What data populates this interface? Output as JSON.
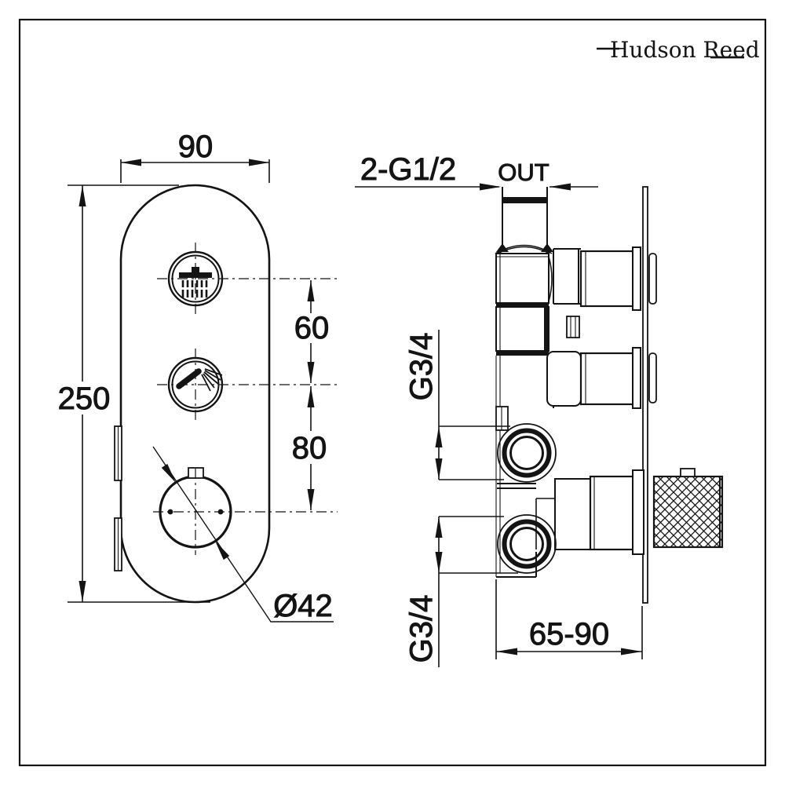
{
  "brand": {
    "name": "Hudson Reed"
  },
  "front_view": {
    "dim_width": "90",
    "dim_height": "250",
    "dim_top_spacing": "60",
    "dim_bottom_spacing": "80",
    "dim_dial_diameter": "Ø42",
    "icons": {
      "top_button_icon": "overhead-shower-icon",
      "middle_button_icon": "handset-shower-icon"
    }
  },
  "side_view": {
    "dim_outlets": "2-G1/2",
    "label_outlet": "OUT",
    "dim_inlet_upper": "G3/4",
    "dim_inlet_lower": "G3/4",
    "dim_depth": "65-90"
  },
  "colors": {
    "line": "#141414",
    "background": "#ffffff"
  }
}
